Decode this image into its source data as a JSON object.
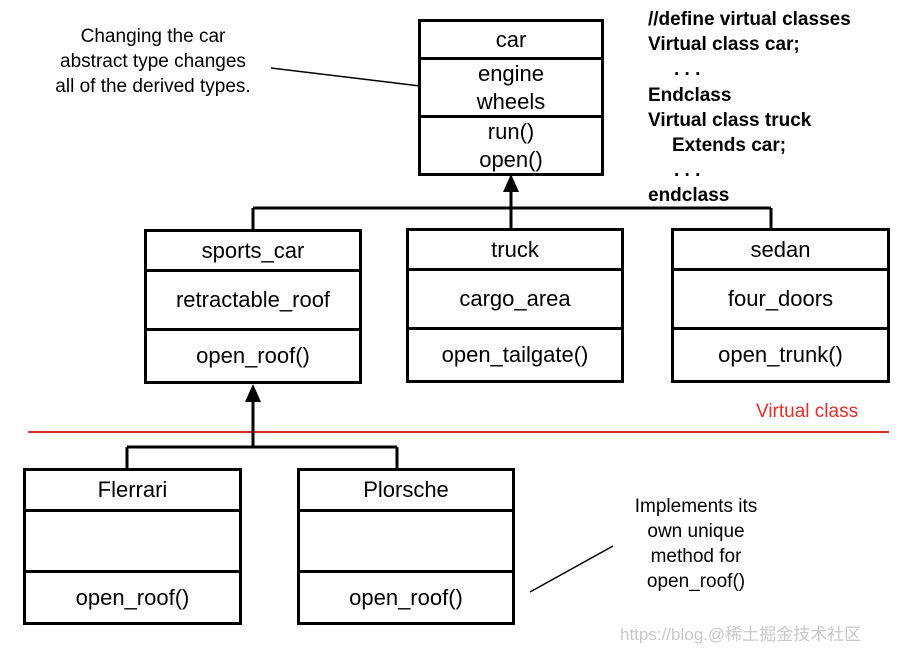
{
  "notes": {
    "top_left": [
      "Changing the car",
      "abstract type changes",
      "all of the derived types."
    ],
    "bottom_right": [
      "Implements its",
      "own unique",
      "method for",
      "open_roof()"
    ]
  },
  "code_lines": [
    "//define virtual classes",
    "Virtual class car;",
    ". . .",
    "Endclass",
    "Virtual class truck",
    "Extends car;",
    ". . .",
    "endclass"
  ],
  "virtual_class_label": "Virtual class",
  "watermark": "https://blog.@稀土掘金技术社区",
  "classes": {
    "car": {
      "name": "car",
      "attributes": [
        "engine",
        "wheels"
      ],
      "methods": [
        "run()",
        "open()"
      ]
    },
    "sports_car": {
      "name": "sports_car",
      "attributes": [
        "retractable_roof"
      ],
      "methods": [
        "open_roof()"
      ]
    },
    "truck": {
      "name": "truck",
      "attributes": [
        "cargo_area"
      ],
      "methods": [
        "open_tailgate()"
      ]
    },
    "sedan": {
      "name": "sedan",
      "attributes": [
        "four_doors"
      ],
      "methods": [
        "open_trunk()"
      ]
    },
    "ferrari": {
      "name": "Flerrari",
      "attributes": [],
      "methods": [
        "open_roof()"
      ]
    },
    "porsche": {
      "name": "Plorsche",
      "attributes": [],
      "methods": [
        "open_roof()"
      ]
    }
  },
  "colors": {
    "divider": "#e0302a",
    "line": "#000000"
  }
}
